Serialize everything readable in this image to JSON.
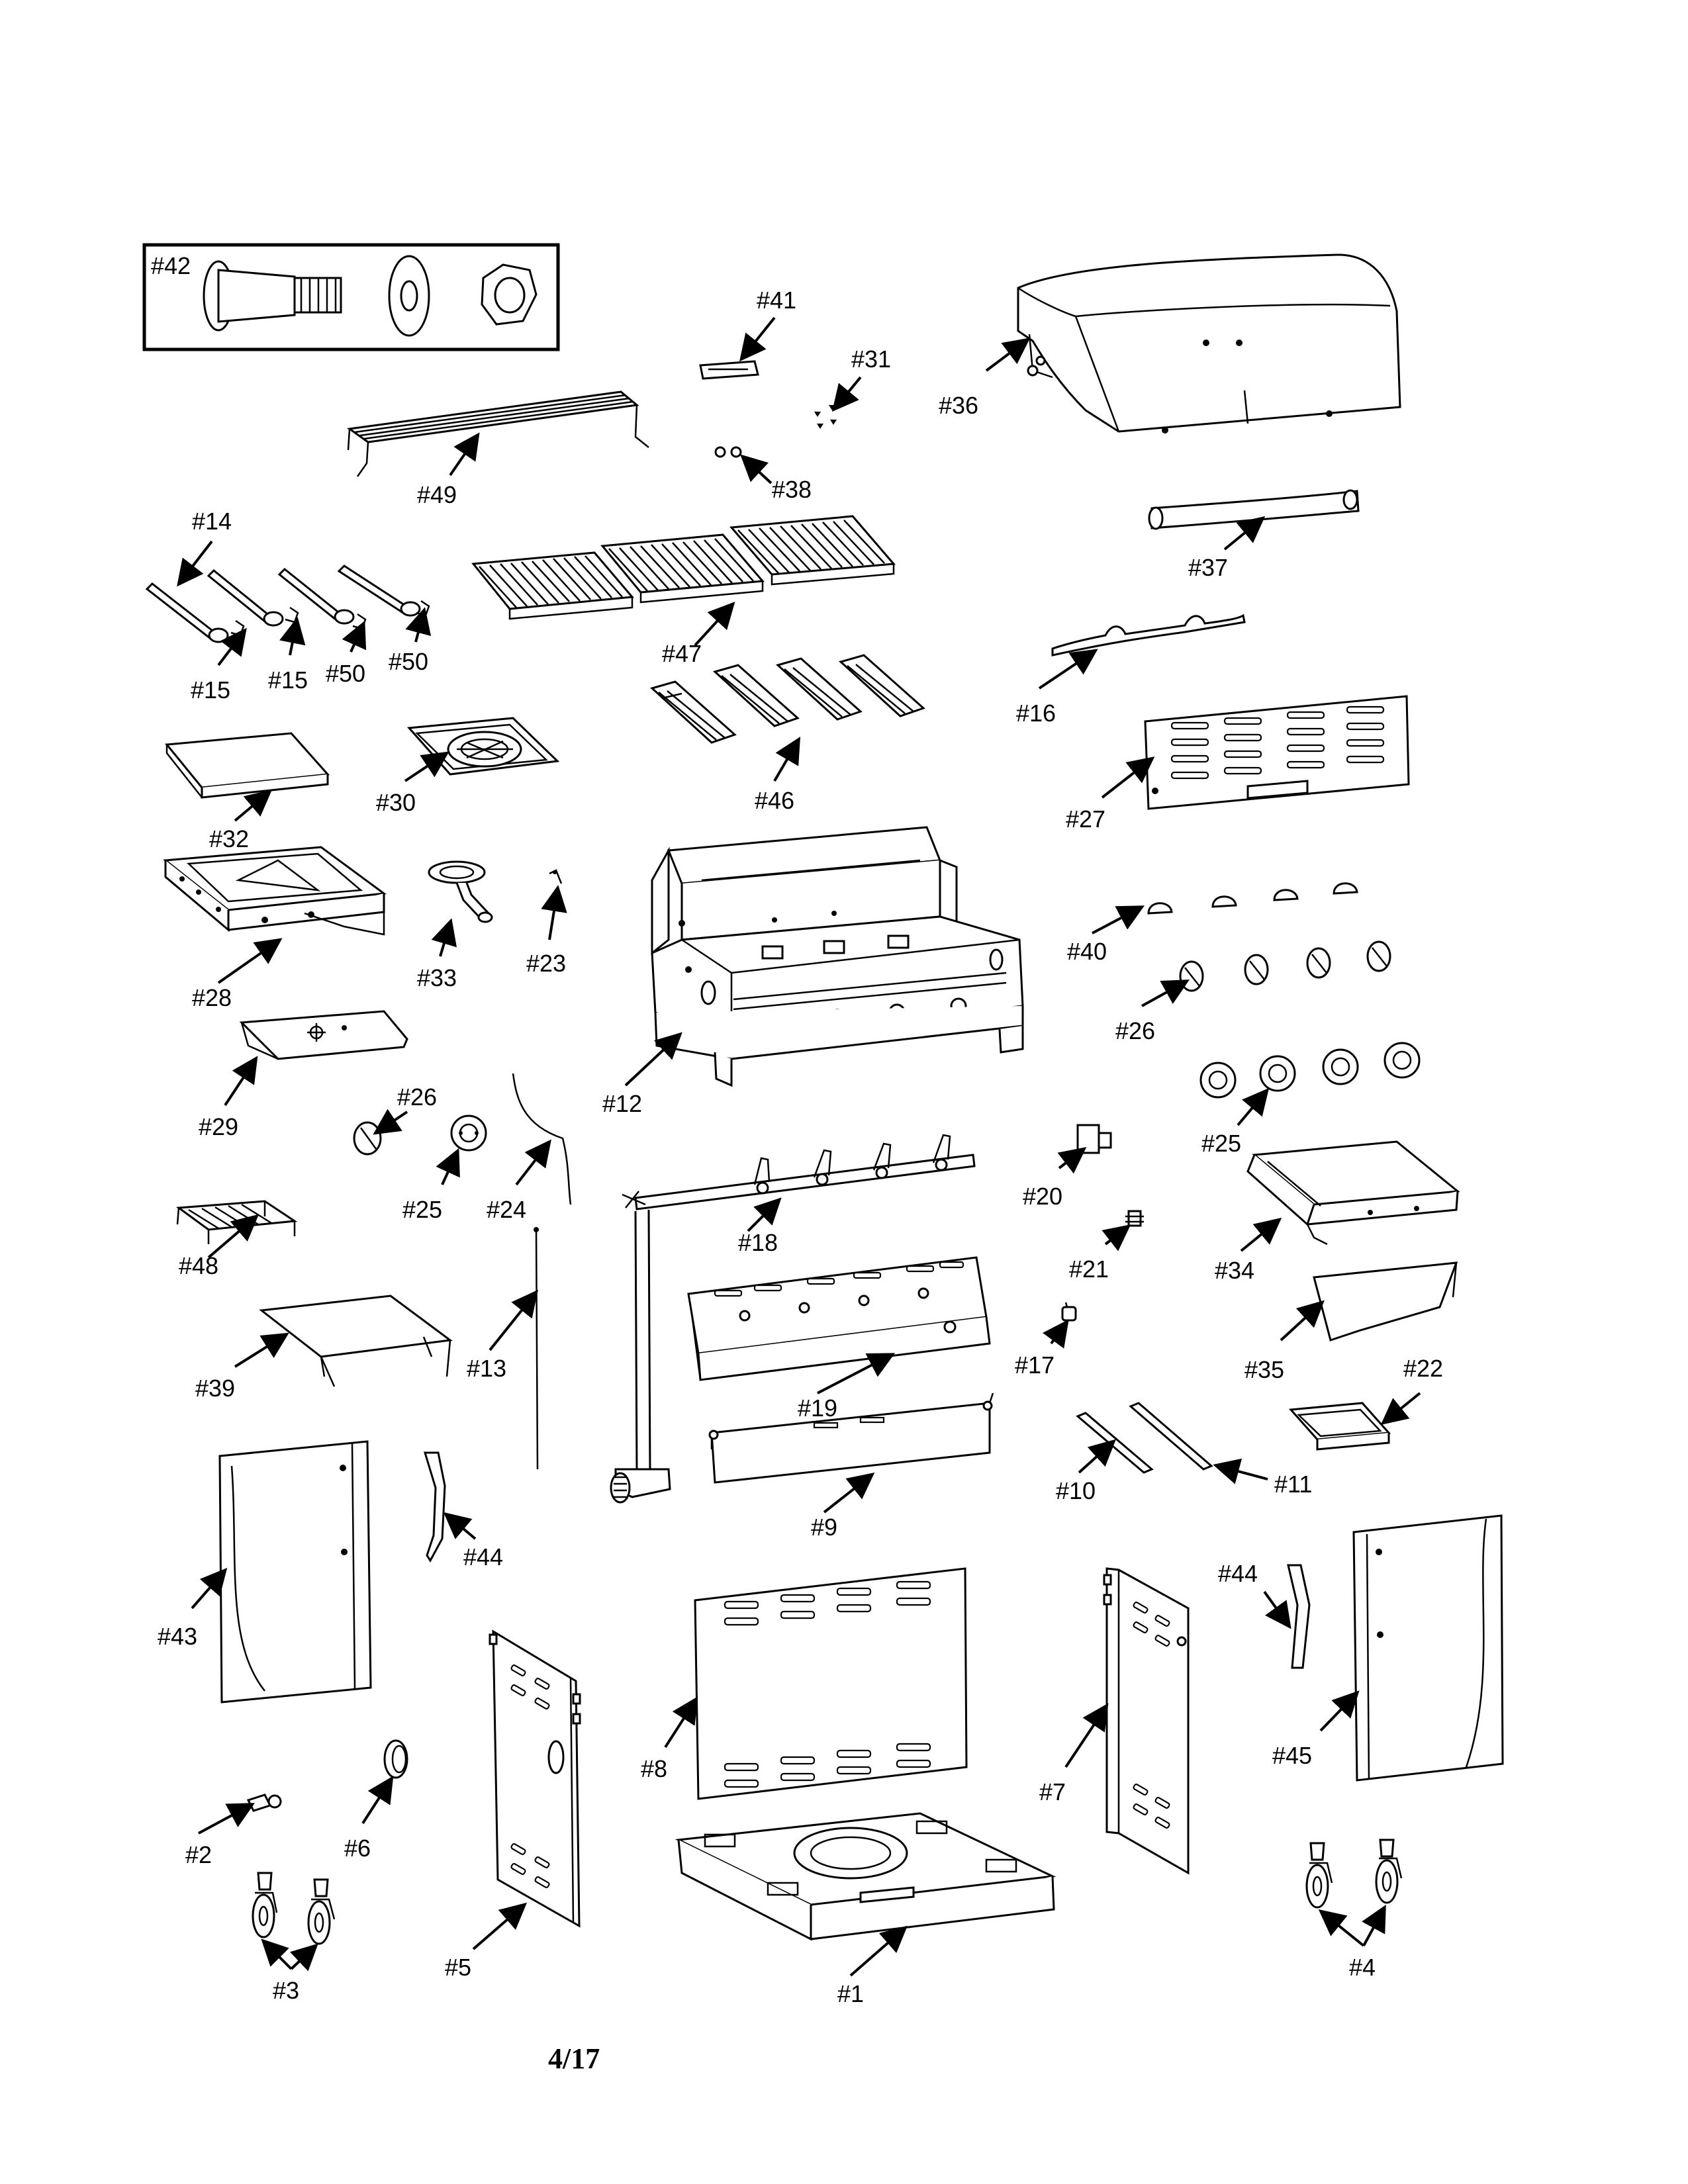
{
  "page_number": "4/17",
  "labels": {
    "p42": "#42",
    "p41": "#41",
    "p31": "#31",
    "p36": "#36",
    "p49": "#49",
    "p38": "#38",
    "p14": "#14",
    "p15a": "#15",
    "p15b": "#15",
    "p50a": "#50",
    "p50b": "#50",
    "p47": "#47",
    "p37": "#37",
    "p16": "#16",
    "p46": "#46",
    "p32": "#32",
    "p30": "#30",
    "p27": "#27",
    "p28": "#28",
    "p33": "#33",
    "p23": "#23",
    "p40": "#40",
    "p26a": "#26",
    "p12": "#12",
    "p29": "#29",
    "p26b": "#26",
    "p25a": "#25",
    "p25b": "#25",
    "p24": "#24",
    "p20": "#20",
    "p18": "#18",
    "p48": "#48",
    "p21": "#21",
    "p34": "#34",
    "p13": "#13",
    "p39": "#39",
    "p17": "#17",
    "p35": "#35",
    "p22": "#22",
    "p19": "#19",
    "p10": "#10",
    "p11": "#11",
    "p9": "#9",
    "p44a": "#44",
    "p44b": "#44",
    "p43": "#43",
    "p8": "#8",
    "p7": "#7",
    "p45": "#45",
    "p2": "#2",
    "p6": "#6",
    "p5": "#5",
    "p3": "#3",
    "p1": "#1",
    "p4": "#4"
  }
}
